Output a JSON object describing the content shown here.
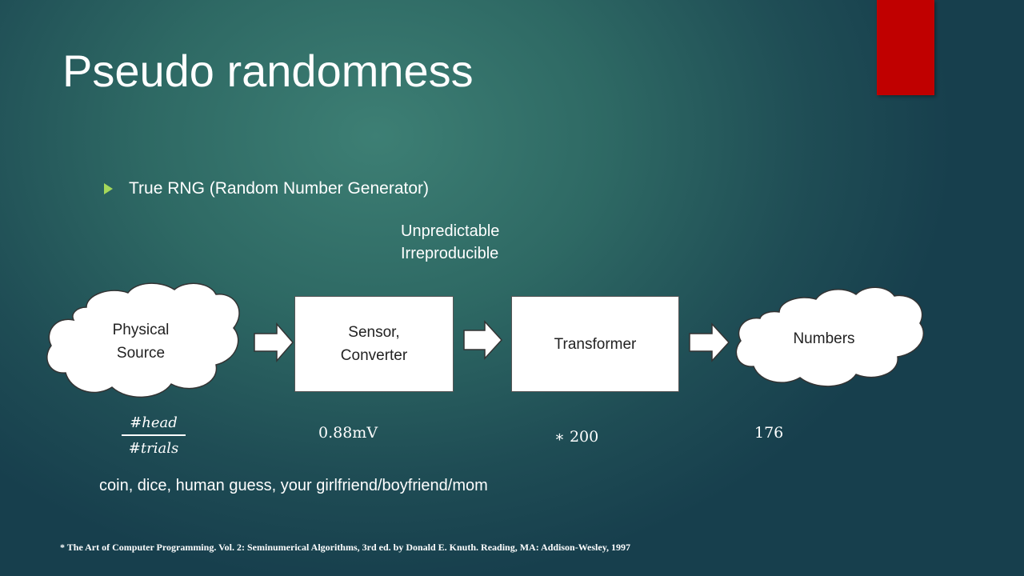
{
  "slide": {
    "title": "Pseudo randomness",
    "bullet": "True RNG (Random Number Generator)",
    "properties": [
      "Unpredictable",
      "Irreproducible"
    ],
    "accent_colors": {
      "bullet_arrow": "#a6d85a",
      "corner_bar": "#c00000"
    }
  },
  "diagram": {
    "source": {
      "line1": "Physical",
      "line2": "Source"
    },
    "sensor": {
      "line1": "Sensor,",
      "line2": "Converter"
    },
    "transformer": {
      "label": "Transformer"
    },
    "output": {
      "label": "Numbers"
    }
  },
  "annotations": {
    "ratio_numerator": "#head",
    "ratio_denominator": "#trials",
    "voltage": "0.88mV",
    "multiplier": "∗ 200",
    "result": "176"
  },
  "examples": "coin, dice, human guess, your girlfriend/boyfriend/mom",
  "footnote": "* The Art of Computer Programming. Vol. 2: Seminumerical Algorithms, 3rd ed. by Donald E. Knuth. Reading, MA: Addison-Wesley, 1997"
}
